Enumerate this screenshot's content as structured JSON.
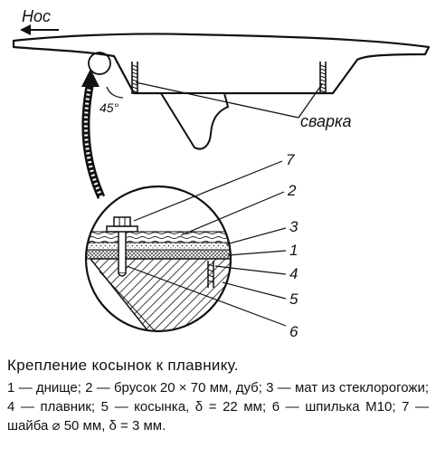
{
  "diagram": {
    "bow_label": "Нос",
    "weld_label": "сварка",
    "angle_label": "45°",
    "callouts": [
      "7",
      "2",
      "3",
      "1",
      "4",
      "5",
      "6"
    ]
  },
  "caption": {
    "title": "Крепление косынок к плавнику.",
    "body": "1 — днище; 2 — брусок 20 × 70 мм, дуб; 3 — мат из стеклорогожи; 4 — плавник; 5 — косынка, δ = 22 мм; 6 — шпилька М10; 7 — шайба ⌀ 50 мм, δ = 3 мм."
  }
}
